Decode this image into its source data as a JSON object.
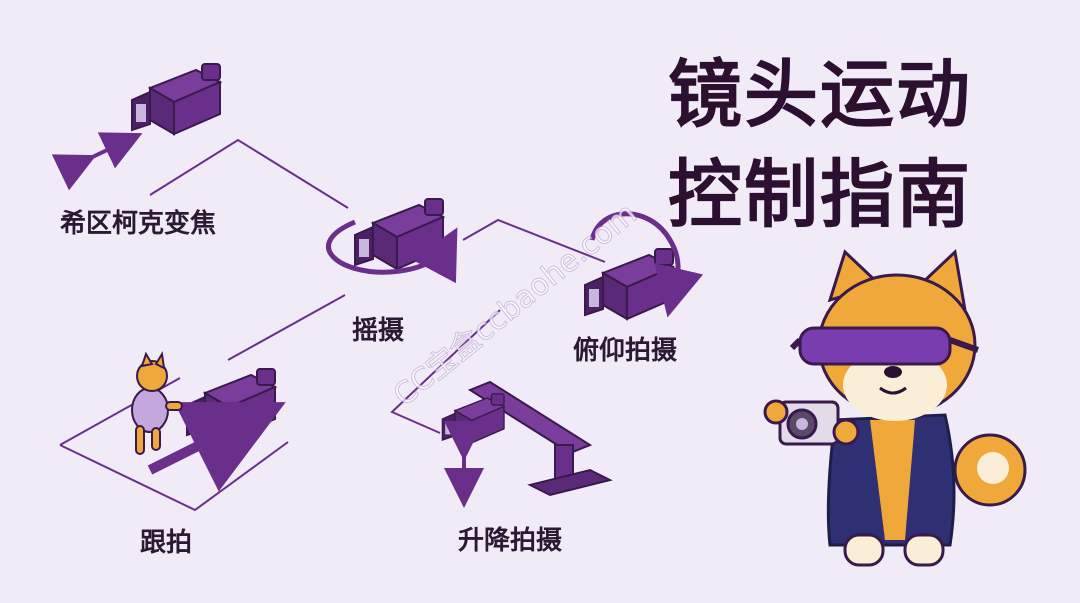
{
  "title": {
    "line1": "镜头运动",
    "line2": "控制指南"
  },
  "labels": {
    "dolly_zoom": "希区柯克变焦",
    "pan": "摇摄",
    "tilt": "俯仰拍摄",
    "tracking": "跟拍",
    "crane": "升降拍摄"
  },
  "watermark": "CC宝盒ccbaohe.com",
  "colors": {
    "background": "#f1ebf8",
    "accent_purple": "#6a2f8a",
    "text_dark": "#2b1030",
    "dog_orange": "#f0a83a",
    "jacket_navy": "#2f2f73"
  }
}
